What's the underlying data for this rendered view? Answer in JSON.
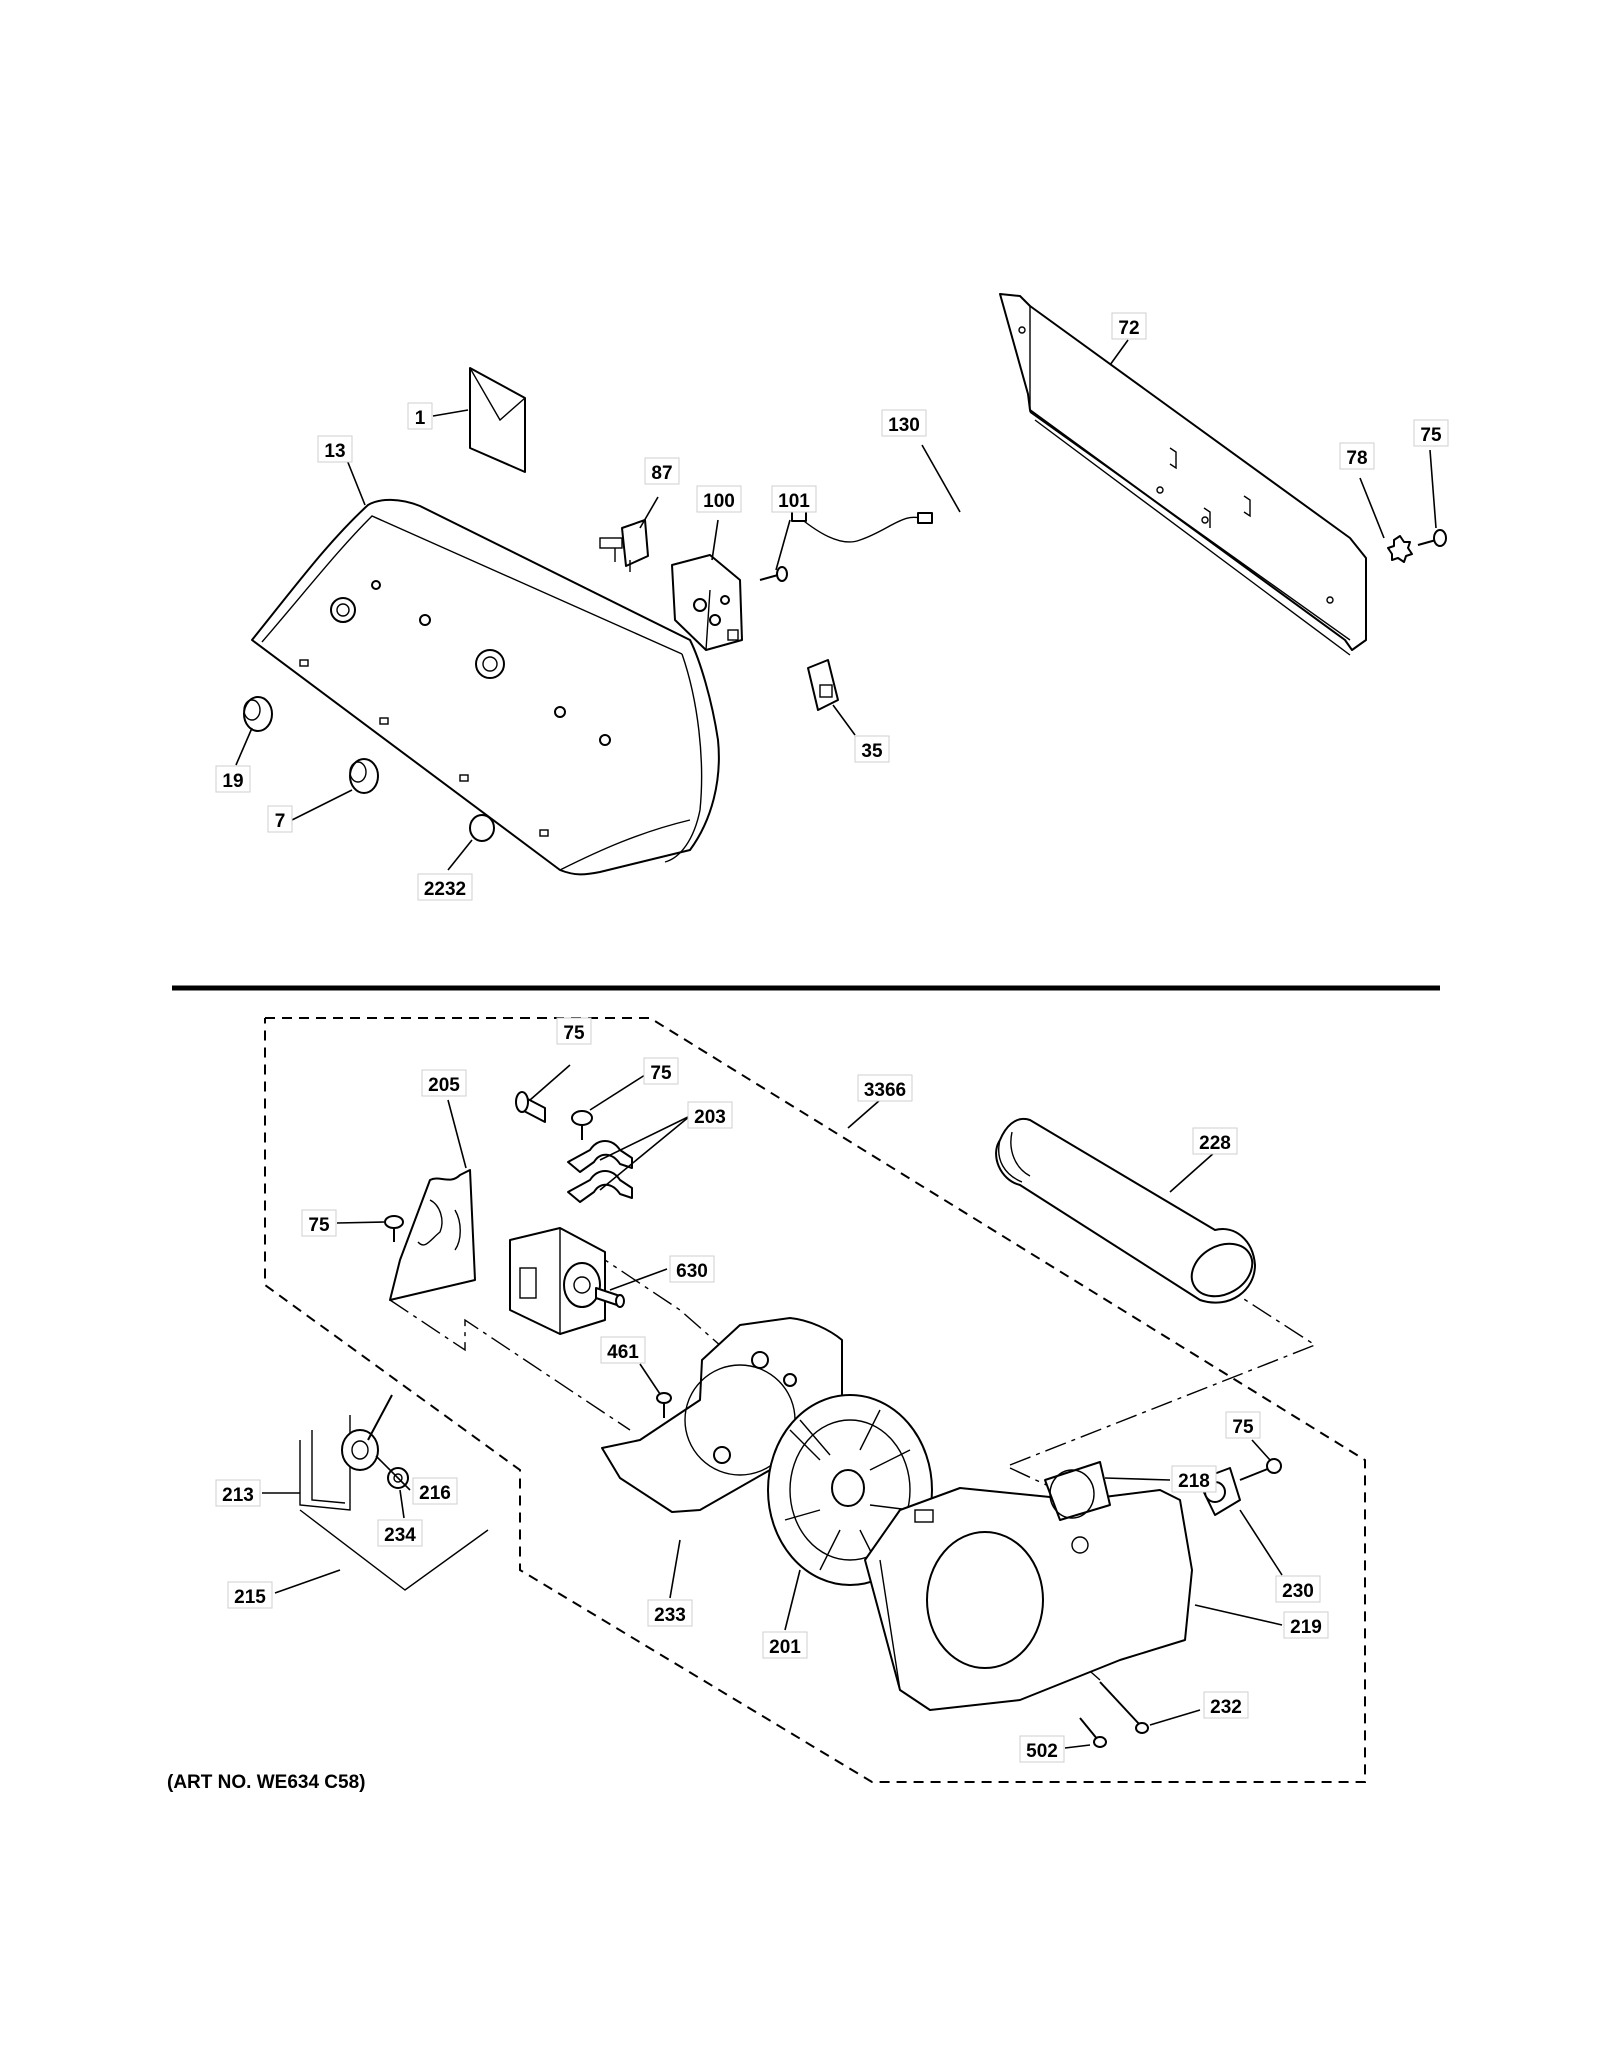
{
  "callouts": {
    "c1": "1",
    "c13": "13",
    "c87": "87",
    "c100": "100",
    "c101": "101",
    "c130": "130",
    "c72": "72",
    "c78": "78",
    "c75_top": "75",
    "c35": "35",
    "c19": "19",
    "c7": "7",
    "c2232": "2232",
    "c75_a": "75",
    "c75_b": "75",
    "c205": "205",
    "c203": "203",
    "c3366": "3366",
    "c228": "228",
    "c75_c": "75",
    "c630": "630",
    "c461": "461",
    "c213": "213",
    "c216": "216",
    "c234": "234",
    "c215": "215",
    "c233": "233",
    "c201": "201",
    "c218": "218",
    "c75_d": "75",
    "c230": "230",
    "c219": "219",
    "c232": "232",
    "c502": "502"
  },
  "art_number": "(ART NO. WE634 C58)"
}
